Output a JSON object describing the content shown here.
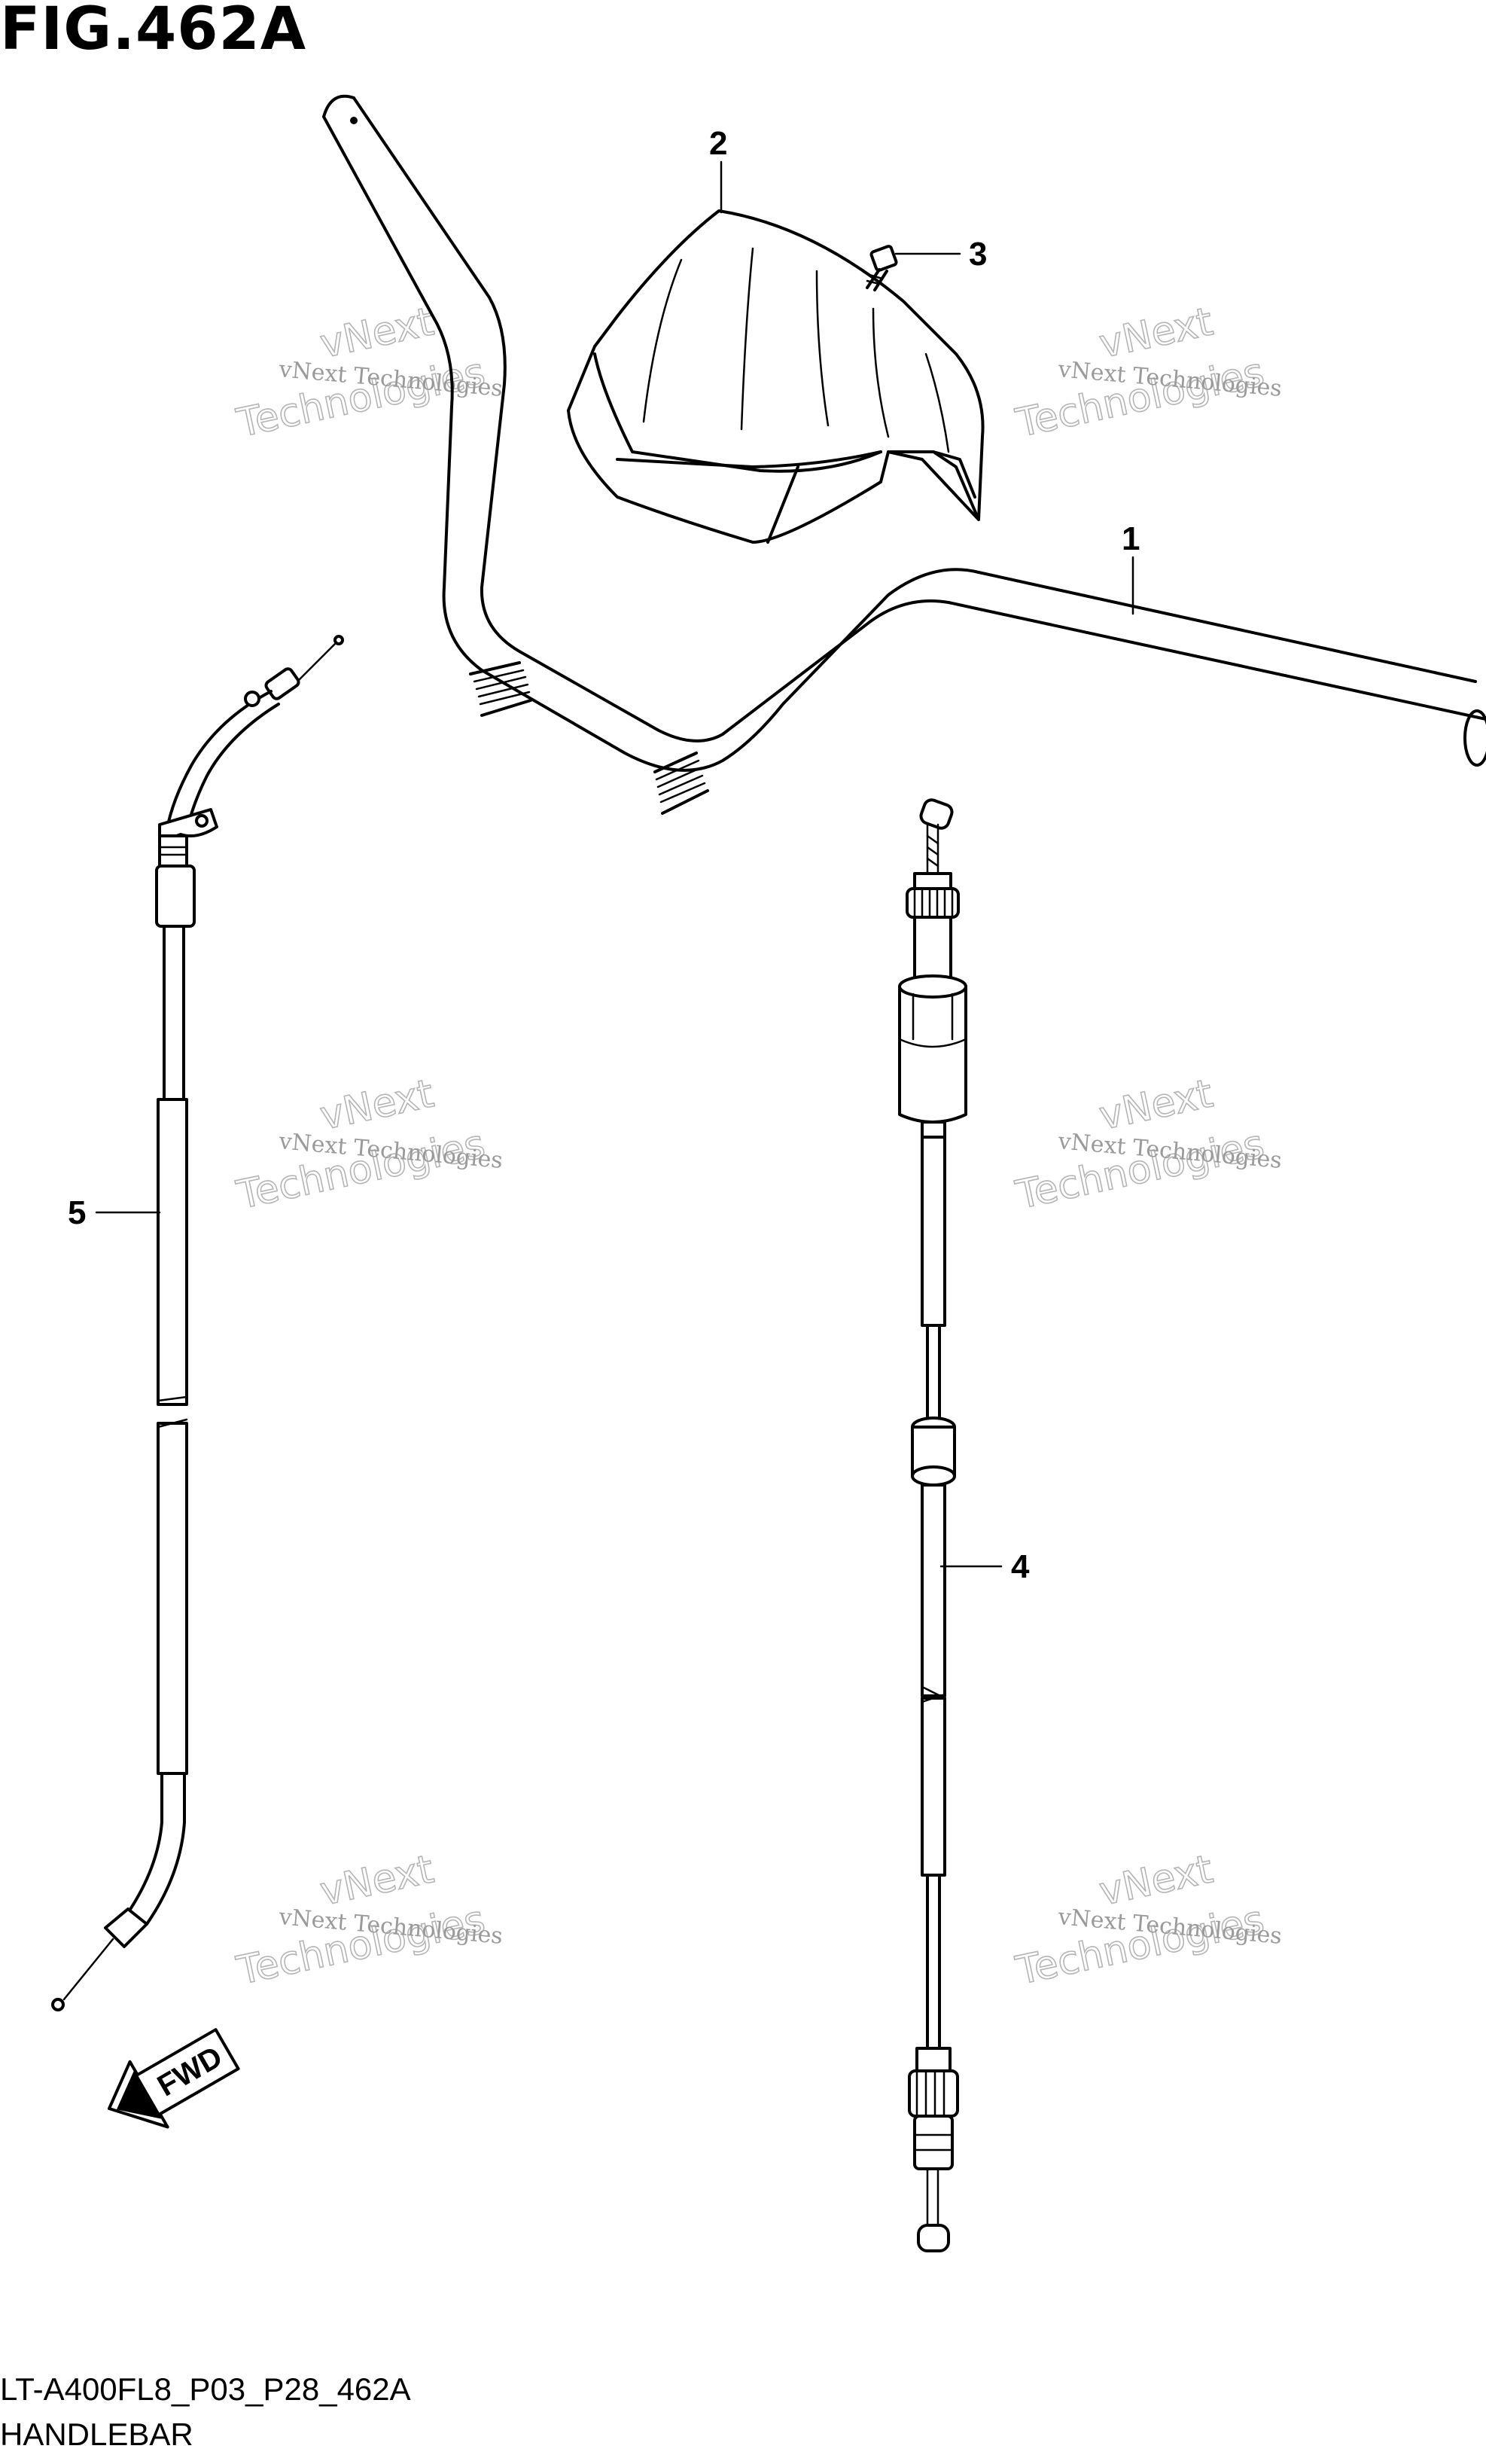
{
  "figure": {
    "title": "FIG.462A",
    "model_code": "LT-A400FL8_P03_P28_462A",
    "section_name": "HANDLEBAR"
  },
  "callouts": [
    {
      "id": "1",
      "label": "1"
    },
    {
      "id": "2",
      "label": "2"
    },
    {
      "id": "3",
      "label": "3"
    },
    {
      "id": "4",
      "label": "4"
    },
    {
      "id": "5",
      "label": "5"
    }
  ],
  "watermark": {
    "line_small": "vNext Technologies",
    "line_big_1": "vNext",
    "line_big_2": "Technologies"
  },
  "direction_arrow": {
    "label": "FWD"
  },
  "colors": {
    "ink": "#000000",
    "watermark": "#9a9a9a",
    "background": "#ffffff"
  }
}
